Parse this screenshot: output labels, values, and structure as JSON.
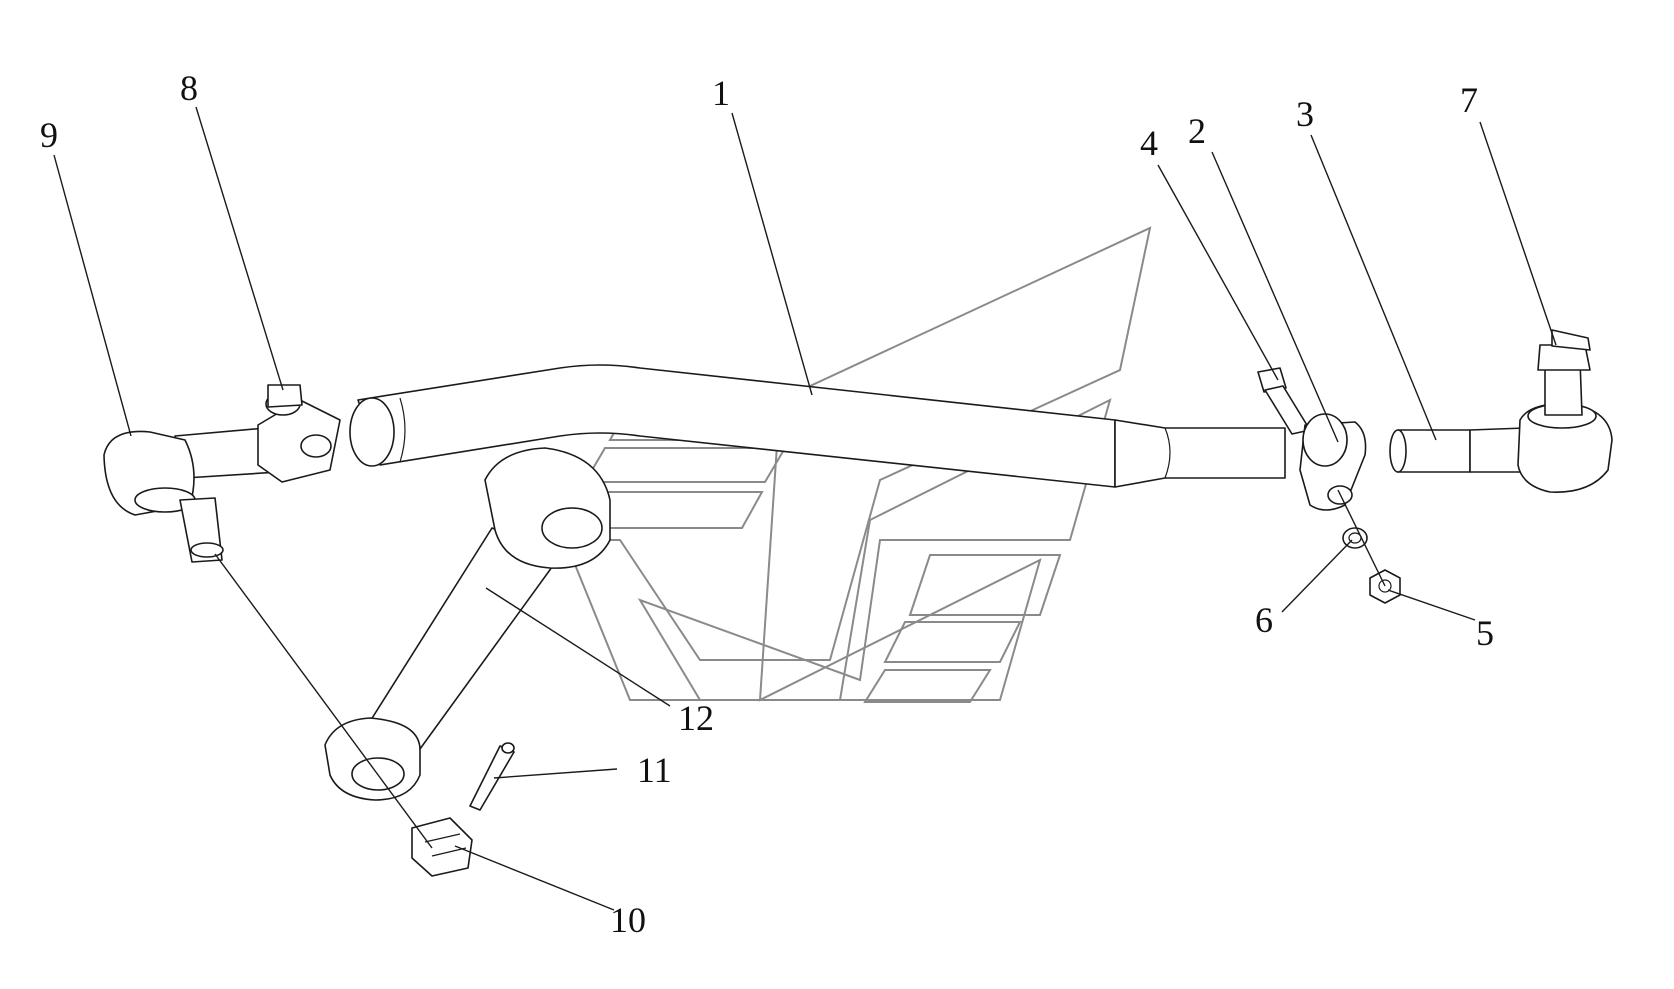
{
  "diagram": {
    "watermark": "logo-watermark",
    "callouts": [
      {
        "id": "c1",
        "label": "1"
      },
      {
        "id": "c2",
        "label": "2"
      },
      {
        "id": "c3",
        "label": "3"
      },
      {
        "id": "c4",
        "label": "4"
      },
      {
        "id": "c5",
        "label": "5"
      },
      {
        "id": "c6",
        "label": "6"
      },
      {
        "id": "c7",
        "label": "7"
      },
      {
        "id": "c8",
        "label": "8"
      },
      {
        "id": "c9",
        "label": "9"
      },
      {
        "id": "c10",
        "label": "10"
      },
      {
        "id": "c11",
        "label": "11"
      },
      {
        "id": "c12",
        "label": "12"
      }
    ]
  }
}
